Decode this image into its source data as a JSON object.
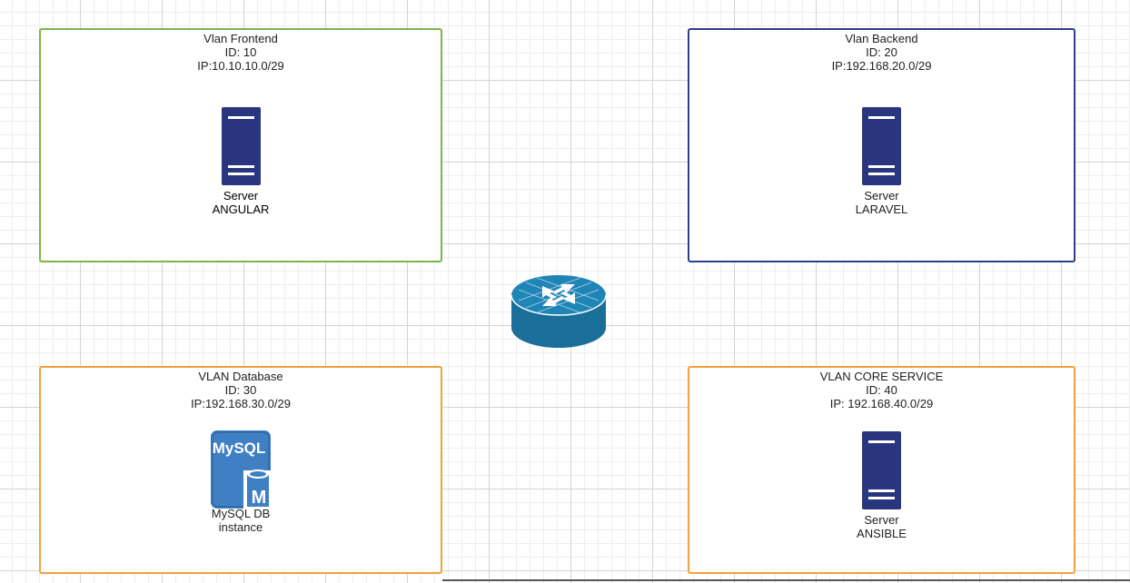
{
  "colors": {
    "frontend_border": "#7ab648",
    "backend_border": "#2c3e8c",
    "database_border": "#f2a13c",
    "core_border": "#f2a13c",
    "server_fill": "#29357f",
    "router_fill": "#1a6e9a",
    "mysql_fill": "#3f7fc3"
  },
  "vlans": {
    "frontend": {
      "name": "Vlan Frontend",
      "id": "ID: 10",
      "ip": "IP:10.10.10.0/29",
      "node": {
        "icon": "server-icon",
        "line1": "Server",
        "line2": "ANGULAR"
      }
    },
    "backend": {
      "name": "Vlan Backend",
      "id": "ID: 20",
      "ip": "IP:192.168.20.0/29",
      "node": {
        "icon": "server-icon",
        "line1": "Server",
        "line2": "LARAVEL"
      }
    },
    "database": {
      "name": "VLAN Database",
      "id": "ID: 30",
      "ip": "IP:192.168.30.0/29",
      "node": {
        "icon": "mysql-db-icon",
        "logo_text": "MySQL",
        "logo_badge": "M",
        "line1": "MySQL DB",
        "line2": "instance"
      }
    },
    "core": {
      "name": "VLAN CORE SERVICE",
      "id": "ID: 40",
      "ip": "IP: 192.168.40.0/29",
      "node": {
        "icon": "server-icon",
        "line1": "Server",
        "line2": "ANSIBLE"
      }
    }
  },
  "router": {
    "icon": "router-icon"
  }
}
